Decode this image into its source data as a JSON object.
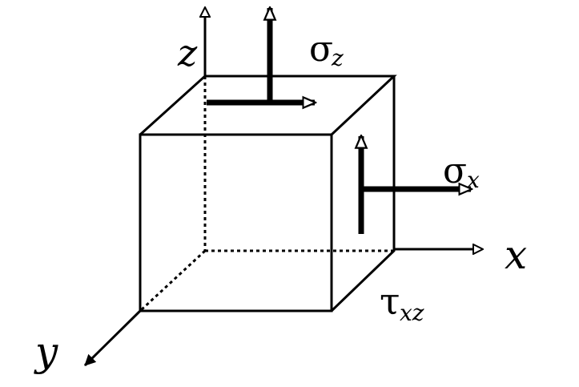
{
  "diagram": {
    "axes": {
      "x_label": "x",
      "y_label": "y",
      "z_label": "z"
    },
    "stresses": {
      "sigma_z": {
        "symbol": "σ",
        "subscript": "z"
      },
      "sigma_x": {
        "symbol": "σ",
        "subscript": "x"
      },
      "tau_xz": {
        "symbol": "τ",
        "subscript": "xz"
      }
    },
    "colors": {
      "stroke": "#000000",
      "background": "#ffffff"
    }
  }
}
